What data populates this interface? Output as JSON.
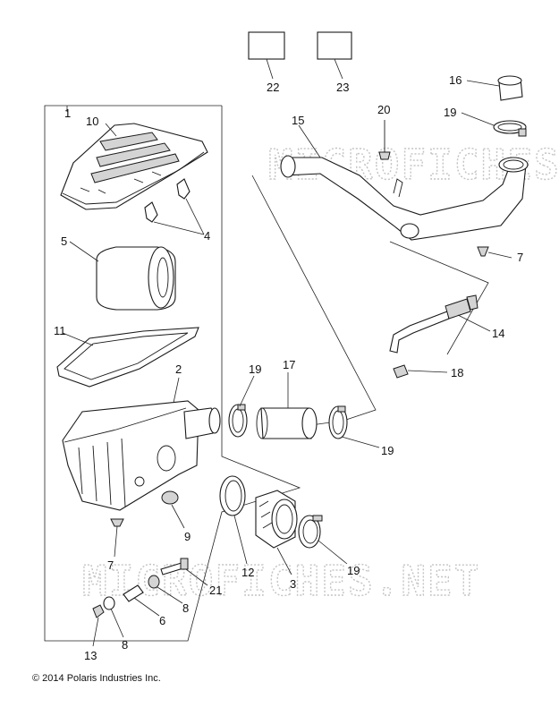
{
  "copyright": "© 2014 Polaris Industries Inc.",
  "watermark_text": "MICROFICHES.NET",
  "callouts": [
    "1",
    "2",
    "3",
    "4",
    "5",
    "6",
    "7",
    "7",
    "8",
    "8",
    "9",
    "10",
    "11",
    "12",
    "13",
    "14",
    "15",
    "16",
    "17",
    "18",
    "19",
    "19",
    "19",
    "19",
    "20",
    "21",
    "22",
    "23"
  ]
}
